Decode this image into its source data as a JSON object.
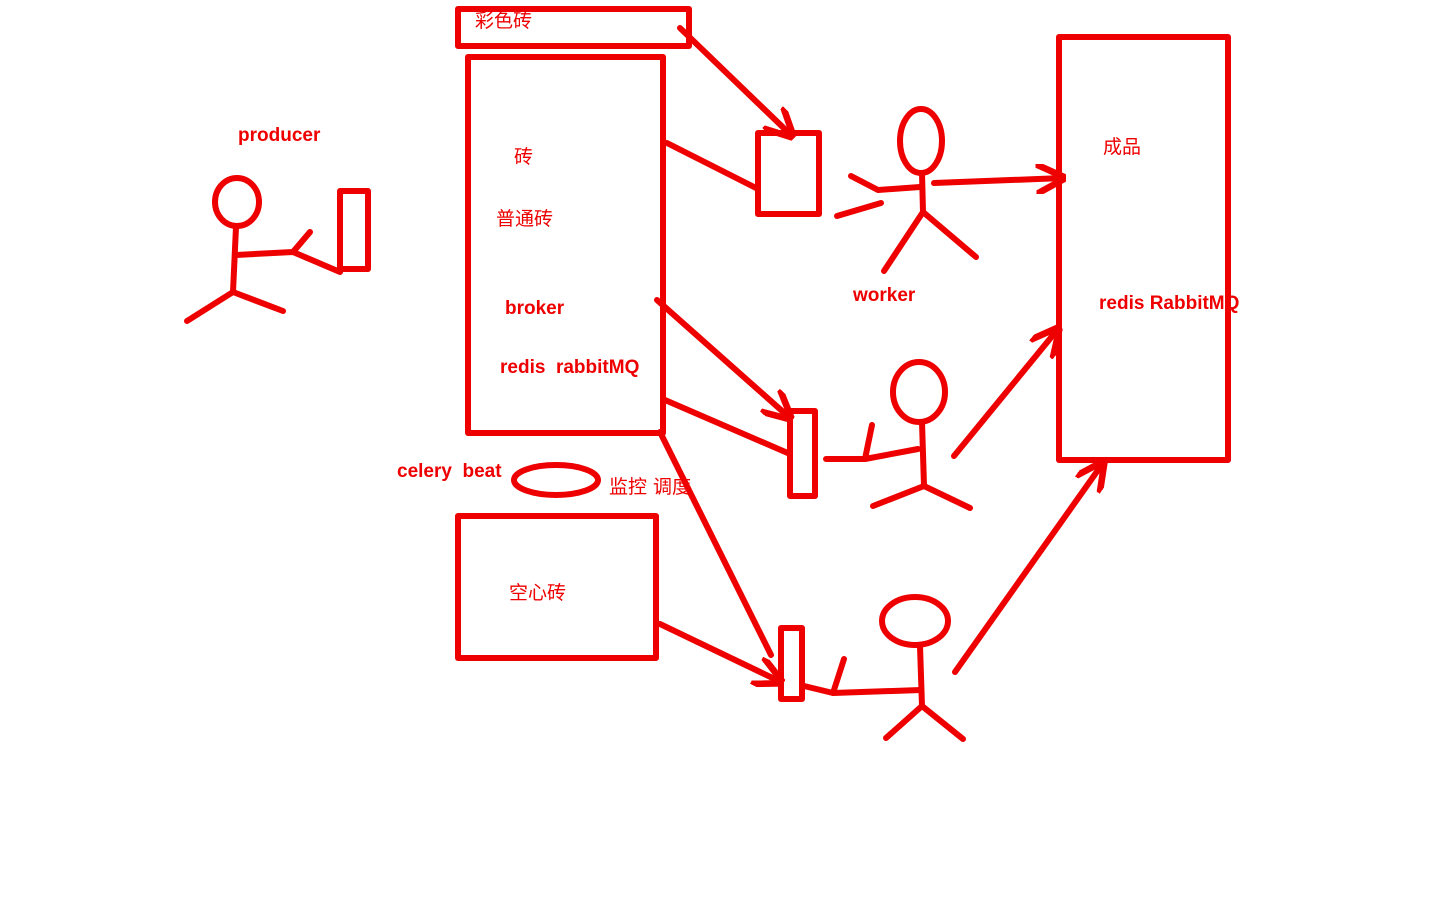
{
  "colors": {
    "ink": "#ee0000",
    "background": "#ffffff"
  },
  "labels": {
    "producer": "producer",
    "colored_brick": "彩色砖",
    "brick": "砖",
    "normal_brick": "普通砖",
    "broker": "broker",
    "broker_backends": "redis  rabbitMQ",
    "celery_beat": "celery  beat",
    "monitor_schedule": "监控 调度",
    "hollow_brick": "空心砖",
    "worker": "worker",
    "finished_product": "成品",
    "result_backends": "redis RabbitMQ"
  }
}
